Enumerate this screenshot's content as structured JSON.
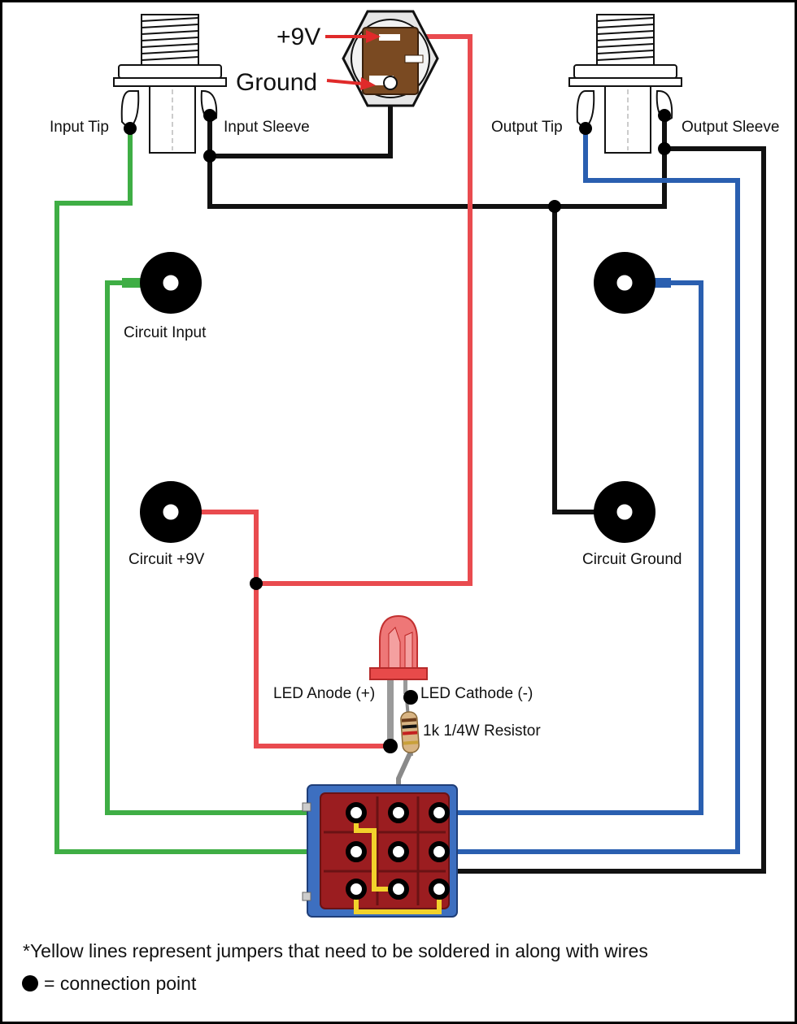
{
  "labels": {
    "plus9v": "+9V",
    "ground": "Ground",
    "input_tip": "Input Tip",
    "input_sleeve": "Input Sleeve",
    "output_tip": "Output Tip",
    "output_sleeve": "Output Sleeve",
    "circuit_input": "Circuit Input",
    "circuit_9v": "Circuit +9V",
    "circuit_ground": "Circuit Ground",
    "led_anode": "LED Anode (+)",
    "led_cathode": "LED Cathode (-)",
    "resistor": "1k 1/4W Resistor"
  },
  "notes": {
    "jumpers": "*Yellow lines represent jumpers that need to be soldered in along with wires",
    "connection_point": "= connection point"
  },
  "colors": {
    "red_wire": "#e94b4f",
    "green_wire": "#3fae45",
    "blue_wire": "#2a5fb0",
    "black_wire": "#111111",
    "yellow_jumper": "#f2d22b",
    "switch_body": "#3d6fc0",
    "switch_face": "#9b1d20",
    "dc_jack_body": "#7a4a22",
    "led": "#e84a4a"
  },
  "icons": {
    "input_jack": "mono-audio-jack-icon",
    "output_jack": "mono-audio-jack-icon",
    "dc_jack": "dc-power-jack-icon",
    "led": "led-icon",
    "resistor": "resistor-icon",
    "switch": "3pdt-footswitch-icon"
  }
}
